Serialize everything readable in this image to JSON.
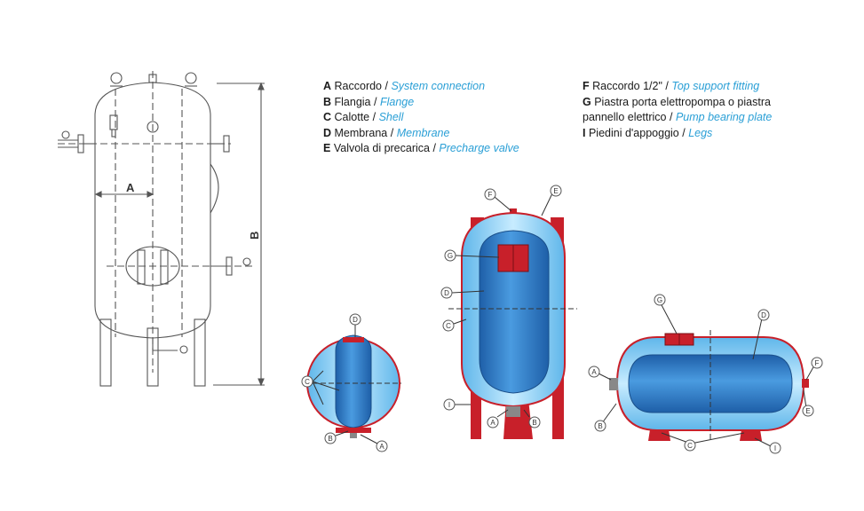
{
  "legend": {
    "left": [
      {
        "key": "A",
        "it": "Raccordo /",
        "en": "System connection"
      },
      {
        "key": "B",
        "it": "Flangia /",
        "en": "Flange"
      },
      {
        "key": "C",
        "it": "Calotte /",
        "en": "Shell"
      },
      {
        "key": "D",
        "it": "Membrana /",
        "en": "Membrane"
      },
      {
        "key": "E",
        "it": "Valvola di precarica /",
        "en": "Precharge valve"
      }
    ],
    "right": [
      {
        "key": "F",
        "it": "Raccordo 1/2\" /",
        "en": "Top support fitting"
      },
      {
        "key": "G",
        "it": "Piastra porta elettropompa o piastra",
        "en": ""
      },
      {
        "key": "",
        "it": "pannello elettrico /",
        "en": "Pump bearing plate"
      },
      {
        "key": "I",
        "it": "Piedini d'appoggio /",
        "en": "Legs"
      }
    ]
  },
  "dimensions": {
    "a": "A",
    "b": "B"
  },
  "callouts": {
    "small": {
      "d": "D",
      "c": "C",
      "b": "B",
      "a": "A"
    },
    "vertical": {
      "f": "F",
      "e": "E",
      "g": "G",
      "d": "D",
      "c": "C",
      "i": "I",
      "a": "A",
      "b": "B"
    },
    "horizontal": {
      "g": "G",
      "d": "D",
      "a": "A",
      "b": "B",
      "c": "C",
      "i": "I",
      "f": "F",
      "e": "E"
    }
  },
  "colors": {
    "membrane": "#2f7fc8",
    "shell": "#8fd3f5",
    "red": "#c8202a",
    "line": "#555555"
  }
}
